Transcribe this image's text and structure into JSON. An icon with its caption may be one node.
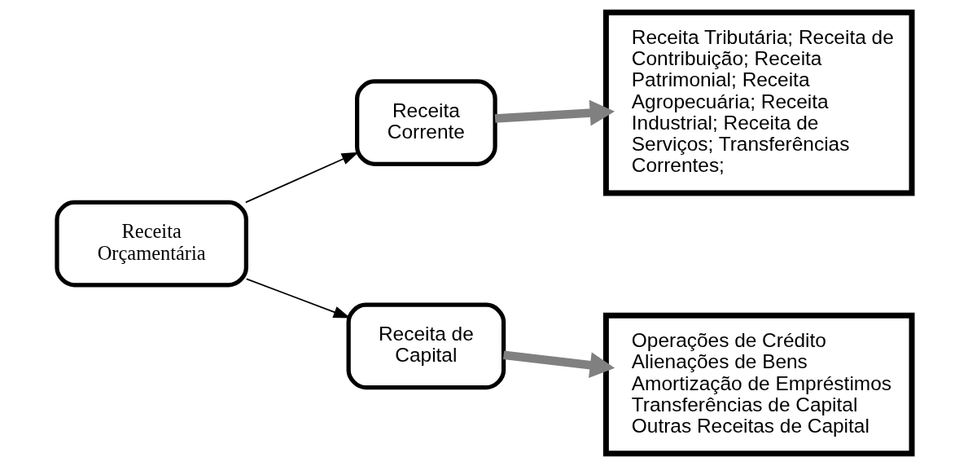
{
  "diagram": {
    "nodes": [
      {
        "text": [
          "Receita Orçamentária"
        ]
      },
      {
        "text": [
          "Receita Corrente"
        ]
      },
      {
        "text": [
          "Receita Tributária; Receita de Contribuição; Receita Patrimonial; Receita Agropecuária; Receita Industrial; Receita de Serviços; Transferências Correntes;"
        ]
      },
      {
        "text": [
          "Receita de Capital"
        ]
      },
      {
        "text": [
          "Operações de Crédito",
          "Alienações de Bens",
          "Amortização de Empréstimos",
          "Transferências de Capital",
          "Outras Receitas de Capital"
        ]
      }
    ],
    "edges": [
      {
        "from": 0,
        "to": 1,
        "arrow": "to"
      },
      {
        "from": 0,
        "to": 3,
        "arrow": "to"
      },
      {
        "from": 1,
        "to": 2,
        "arrow": "to",
        "style": "thick",
        "color": "#808080"
      },
      {
        "from": 3,
        "to": 4,
        "arrow": "to",
        "style": "thick",
        "color": "#808080"
      }
    ]
  }
}
